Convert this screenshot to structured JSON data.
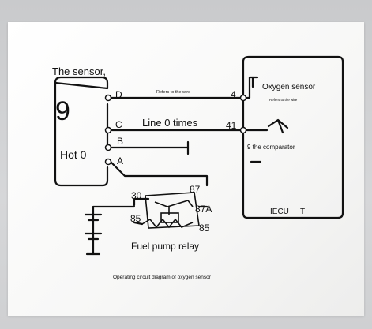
{
  "labels": {
    "sensor_title": "The sensor,",
    "oxygen_sensor": "Oxygen sensor",
    "refers_wire_left": "Refers to the wire",
    "refers_wire_right": "Refers to the wire",
    "pin_d": "D",
    "pin_c": "C",
    "pin_b": "B",
    "pin_a": "A",
    "line_0_times": "Line 0 times",
    "big_9": "9",
    "hot_0": "Hot 0",
    "ecu_pin_4": "4",
    "ecu_pin_41": "41",
    "comparator": "9 the comparator",
    "ecu": "IECU",
    "ecu_mark": "T",
    "relay_30": "30",
    "relay_87": "87",
    "relay_87a": "87A",
    "relay_85": "85",
    "relay_86": "85",
    "relay_name": "Fuel pump relay",
    "caption": "Operating circuit diagram of oxygen sensor"
  }
}
